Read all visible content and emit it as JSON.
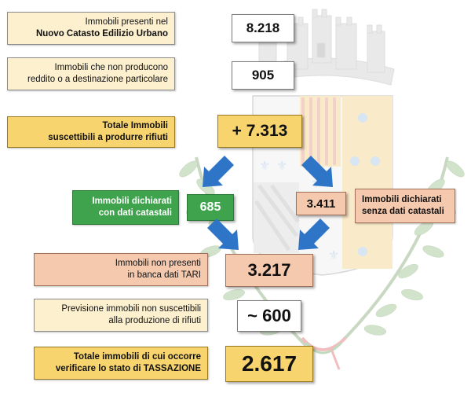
{
  "rows": {
    "nceu": {
      "label_1": "Immobili presenti nel",
      "label_2": "Nuovo Catasto Edilizio Urbano",
      "value": "8.218"
    },
    "non_producono": {
      "label_1": "Immobili che non producono",
      "label_2": "reddito o a destinazione particolare",
      "value": "905"
    },
    "totale_suscettibili": {
      "label_1": "Totale Immobili",
      "label_2": "suscettibili a produrre rifiuti",
      "value": "+ 7.313"
    },
    "con_dati": {
      "label_1": "Immobili dichiarati",
      "label_2": "con dati catastali",
      "value": "685"
    },
    "senza_dati": {
      "label_1": "Immobili dichiarati",
      "label_2": "senza dati catastali",
      "value": "3.411"
    },
    "non_tari": {
      "label_1": "Immobili non presenti",
      "label_2": "in banca dati TARI",
      "value": "3.217"
    },
    "previsione": {
      "label_1": "Previsione immobili non suscettibili",
      "label_2": "alla produzione di rifiuti",
      "value": "~ 600"
    },
    "totale_tassazione": {
      "label_1": "Totale immobili di cui occorre",
      "label_2": "verificare lo stato di TASSAZIONE",
      "value": "2.617"
    }
  },
  "colors": {
    "beige": "#fdf0cf",
    "gold": "#f8d46e",
    "peach": "#f5c9ae",
    "green": "#3ea34c",
    "arrow_blue": "#2e75c8"
  },
  "background": {
    "icon": "municipal-coat-of-arms-watermark"
  }
}
